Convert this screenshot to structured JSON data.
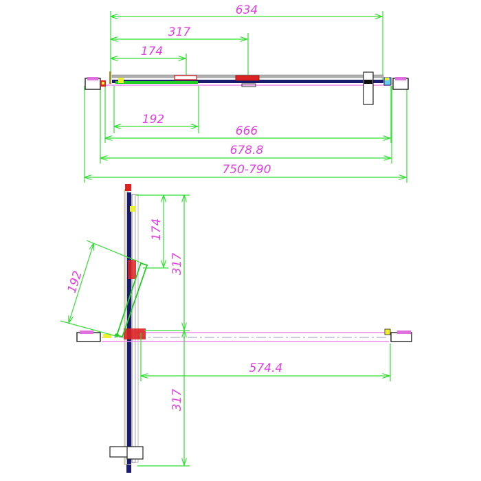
{
  "diagram": {
    "type": "technical drawing",
    "description": "Shower door / sliding door plan views with dimensions (mm)",
    "colors": {
      "dimension_line": "#33dd33",
      "dimension_text": "#e040e0",
      "frame_dark": "#1a1a6e",
      "frame_grey": "#999999",
      "glass_pink": "#ee88ee",
      "handle_red": "#dd2222",
      "accent_yellow": "#eeee33"
    },
    "top_view": {
      "dimensions": {
        "d634": "634",
        "d317": "317",
        "d174": "174",
        "d192": "192",
        "d666": "666",
        "d678": "678.8",
        "d750": "750-790"
      }
    },
    "bottom_view": {
      "dimensions": {
        "v174": "174",
        "v317_upper": "317",
        "v192": "192",
        "h574": "574.4",
        "v317_lower": "317"
      }
    }
  }
}
